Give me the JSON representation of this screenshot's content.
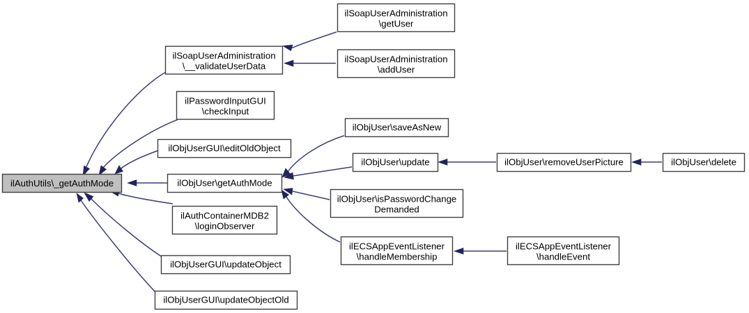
{
  "diagram": {
    "type": "call-graph",
    "title": "",
    "background_color": "#ffffff",
    "edge_color": "#3d3d7a",
    "arrow_color": "#23235b",
    "node_fill": "#ffffff",
    "node_stroke": "#404040",
    "root_fill": "#bfbfbf",
    "nodes": [
      {
        "id": "root",
        "lines": [
          "ilAuthUtils\\_getAuthMode"
        ],
        "line1": "ilAuthUtils\\_getAuthMode",
        "line2": "",
        "highlighted": true
      },
      {
        "id": "validate",
        "lines": [
          "ilSoapUserAdministration",
          "\\__validateUserData"
        ],
        "line1": "ilSoapUserAdministration",
        "line2": "\\__validateUserData",
        "highlighted": false
      },
      {
        "id": "getuser",
        "lines": [
          "ilSoapUserAdministration",
          "\\getUser"
        ],
        "line1": "ilSoapUserAdministration",
        "line2": "\\getUser",
        "highlighted": false
      },
      {
        "id": "adduser",
        "lines": [
          "ilSoapUserAdministration",
          "\\addUser"
        ],
        "line1": "ilSoapUserAdministration",
        "line2": "\\addUser",
        "highlighted": false
      },
      {
        "id": "checkinput",
        "lines": [
          "ilPasswordInputGUI",
          "\\checkInput"
        ],
        "line1": "ilPasswordInputGUI",
        "line2": "\\checkInput",
        "highlighted": false
      },
      {
        "id": "editoldobject",
        "lines": [
          "ilObjUserGUI\\editOldObject"
        ],
        "line1": "ilObjUserGUI\\editOldObject",
        "line2": "",
        "highlighted": false
      },
      {
        "id": "getauthmode",
        "lines": [
          "ilObjUser\\getAuthMode"
        ],
        "line1": "ilObjUser\\getAuthMode",
        "line2": "",
        "highlighted": false
      },
      {
        "id": "loginobserver",
        "lines": [
          "ilAuthContainerMDB2",
          "\\loginObserver"
        ],
        "line1": "ilAuthContainerMDB2",
        "line2": "\\loginObserver",
        "highlighted": false
      },
      {
        "id": "updateobject",
        "lines": [
          "ilObjUserGUI\\updateObject"
        ],
        "line1": "ilObjUserGUI\\updateObject",
        "line2": "",
        "highlighted": false
      },
      {
        "id": "updateobjectold",
        "lines": [
          "ilObjUserGUI\\updateObjectOld"
        ],
        "line1": "ilObjUserGUI\\updateObjectOld",
        "line2": "",
        "highlighted": false
      },
      {
        "id": "saveasnew",
        "lines": [
          "ilObjUser\\saveAsNew"
        ],
        "line1": "ilObjUser\\saveAsNew",
        "line2": "",
        "highlighted": false
      },
      {
        "id": "update",
        "lines": [
          "ilObjUser\\update"
        ],
        "line1": "ilObjUser\\update",
        "line2": "",
        "highlighted": false
      },
      {
        "id": "ispasswordchange",
        "lines": [
          "ilObjUser\\isPasswordChange",
          "Demanded"
        ],
        "line1": "ilObjUser\\isPasswordChange",
        "line2": "Demanded",
        "highlighted": false
      },
      {
        "id": "handlemembership",
        "lines": [
          "ilECSAppEventListener",
          "\\handleMembership"
        ],
        "line1": "ilECSAppEventListener",
        "line2": "\\handleMembership",
        "highlighted": false
      },
      {
        "id": "removeuserpicture",
        "lines": [
          "ilObjUser\\removeUserPicture"
        ],
        "line1": "ilObjUser\\removeUserPicture",
        "line2": "",
        "highlighted": false
      },
      {
        "id": "delete",
        "lines": [
          "ilObjUser\\delete"
        ],
        "line1": "ilObjUser\\delete",
        "line2": "",
        "highlighted": false
      },
      {
        "id": "handleevent",
        "lines": [
          "ilECSAppEventListener",
          "\\handleEvent"
        ],
        "line1": "ilECSAppEventListener",
        "line2": "\\handleEvent",
        "highlighted": false
      }
    ],
    "edges": [
      {
        "from": "validate",
        "to": "root"
      },
      {
        "from": "checkinput",
        "to": "root"
      },
      {
        "from": "editoldobject",
        "to": "root"
      },
      {
        "from": "getauthmode",
        "to": "root"
      },
      {
        "from": "loginobserver",
        "to": "root"
      },
      {
        "from": "updateobject",
        "to": "root"
      },
      {
        "from": "updateobjectold",
        "to": "root"
      },
      {
        "from": "getuser",
        "to": "validate"
      },
      {
        "from": "adduser",
        "to": "validate"
      },
      {
        "from": "saveasnew",
        "to": "getauthmode"
      },
      {
        "from": "update",
        "to": "getauthmode"
      },
      {
        "from": "ispasswordchange",
        "to": "getauthmode"
      },
      {
        "from": "handlemembership",
        "to": "getauthmode"
      },
      {
        "from": "removeuserpicture",
        "to": "update"
      },
      {
        "from": "delete",
        "to": "removeuserpicture"
      },
      {
        "from": "handleevent",
        "to": "handlemembership"
      }
    ]
  }
}
